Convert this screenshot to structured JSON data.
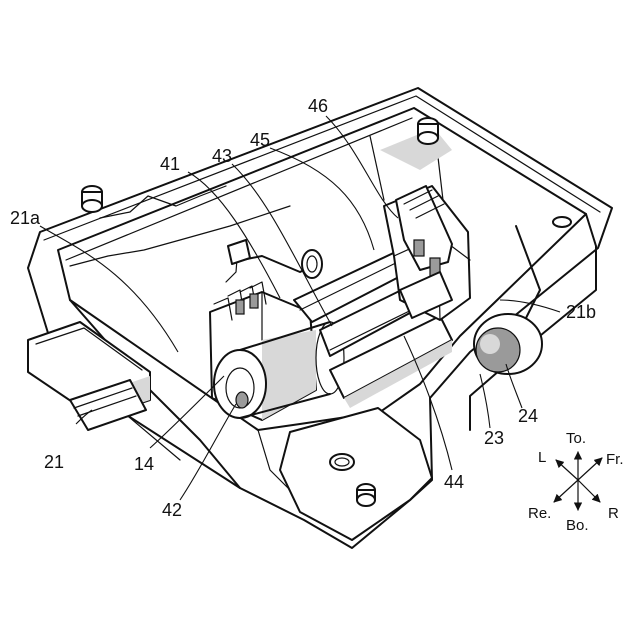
{
  "labels": {
    "l21a": "21a",
    "l41": "41",
    "l43": "43",
    "l45": "45",
    "l46": "46",
    "l21b": "21b",
    "l21": "21",
    "l14": "14",
    "l42": "42",
    "l44": "44",
    "l23": "23",
    "l24": "24"
  },
  "directions": {
    "top": "To.",
    "front": "Fr.",
    "left": "L",
    "right": "R",
    "rear": "Re.",
    "bottom": "Bo."
  }
}
